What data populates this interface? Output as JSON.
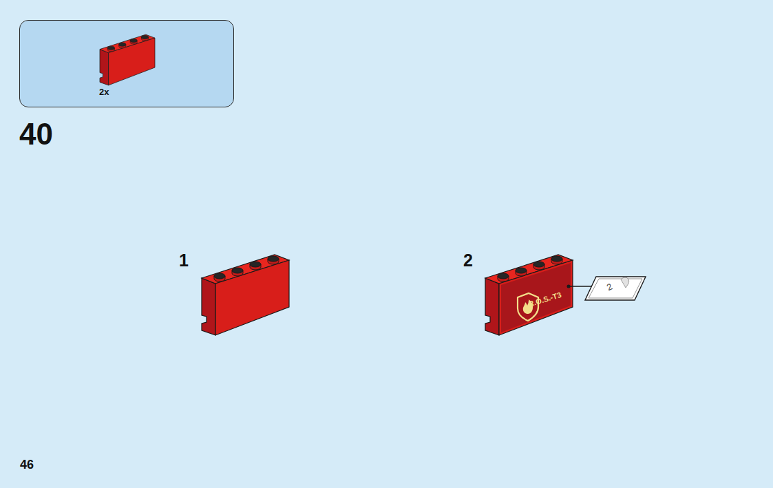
{
  "diagram": {
    "nodes": [
      {
        "text": [
          "2x"
        ]
      }
    ],
    "labels": [
      "40",
      "1",
      "2",
      "R.O.S.-T3",
      "2",
      "46"
    ]
  }
}
